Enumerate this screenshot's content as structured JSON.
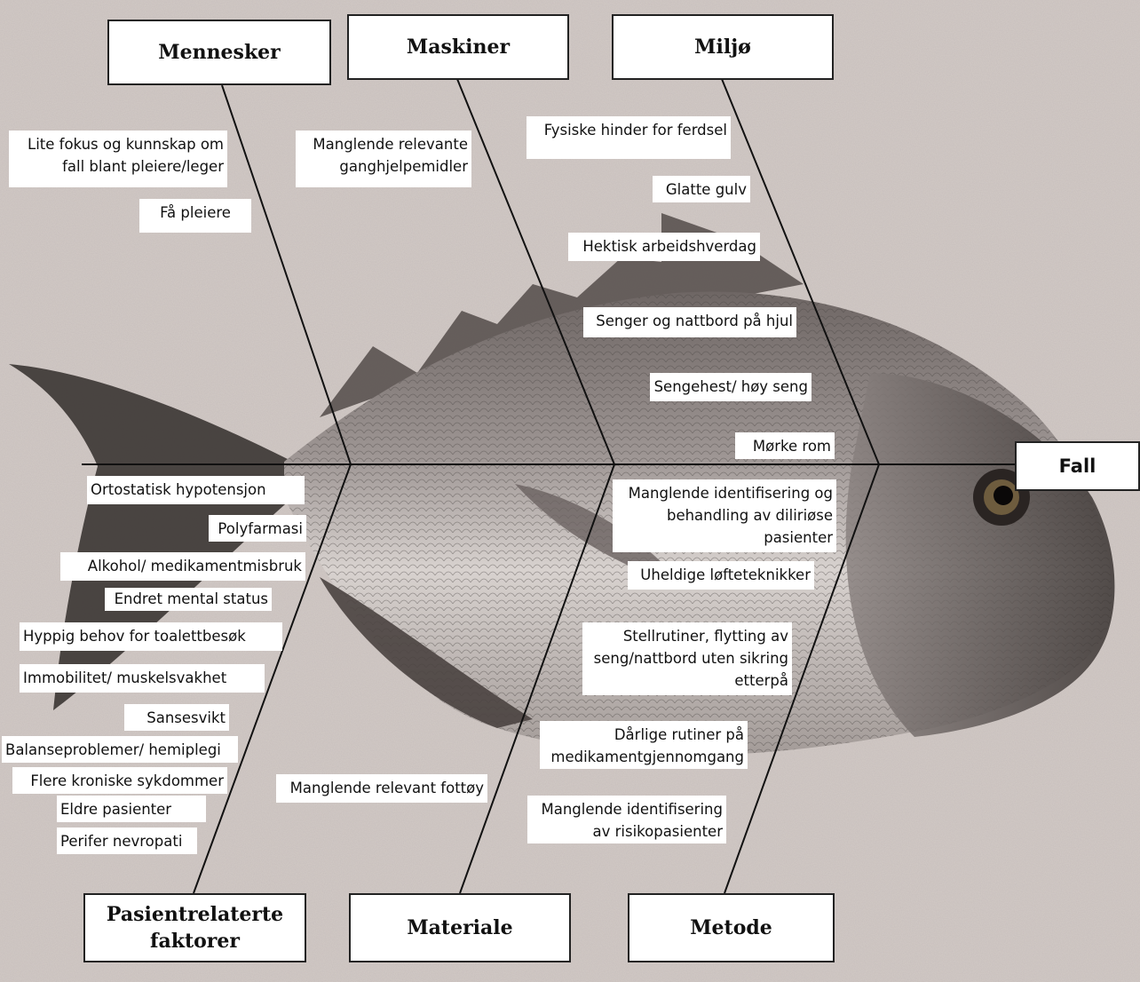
{
  "effect": "Fall",
  "categories": {
    "mennesker": "Mennesker",
    "maskiner": "Maskiner",
    "miljo": "Miljø",
    "pasient": "Pasientrelaterte\nfaktorer",
    "materiale": "Materiale",
    "metode": "Metode"
  },
  "causes": {
    "mennesker": [
      "Lite fokus og kunnskap om\nfall blant pleiere/leger",
      "Få pleiere"
    ],
    "maskiner": [
      "Manglende relevante\nganghjelpemidler"
    ],
    "miljo": [
      "Fysiske hinder for ferdsel",
      "Glatte gulv",
      "Hektisk arbeidshverdag",
      "Senger og nattbord på hjul",
      "Sengehest/ høy seng",
      "Mørke rom"
    ],
    "pasient": [
      "Ortostatisk  hypotensjon",
      "Polyfarmasi",
      "Alkohol/ medikamentmisbruk",
      "Endret mental status",
      "Hyppig behov for toalettbesøk",
      "Immobilitet/ muskelsvakhet",
      "Sansesvikt",
      "Balanseproblemer/ hemiplegi",
      "Flere kroniske sykdommer",
      "Eldre pasienter",
      "Perifer nevropati"
    ],
    "materiale": [
      "Manglende relevant fottøy"
    ],
    "metode": [
      "Manglende identifisering og\nbehandling av diliriøse\npasienter",
      "Uheldige løfteteknikker",
      "Stellrutiner, flytting av\nseng/nattbord uten sikring\netterpå",
      "Dårlige rutiner på\nmedikamentgjennomgang",
      "Manglende identifisering\nav risikopasienter"
    ]
  }
}
